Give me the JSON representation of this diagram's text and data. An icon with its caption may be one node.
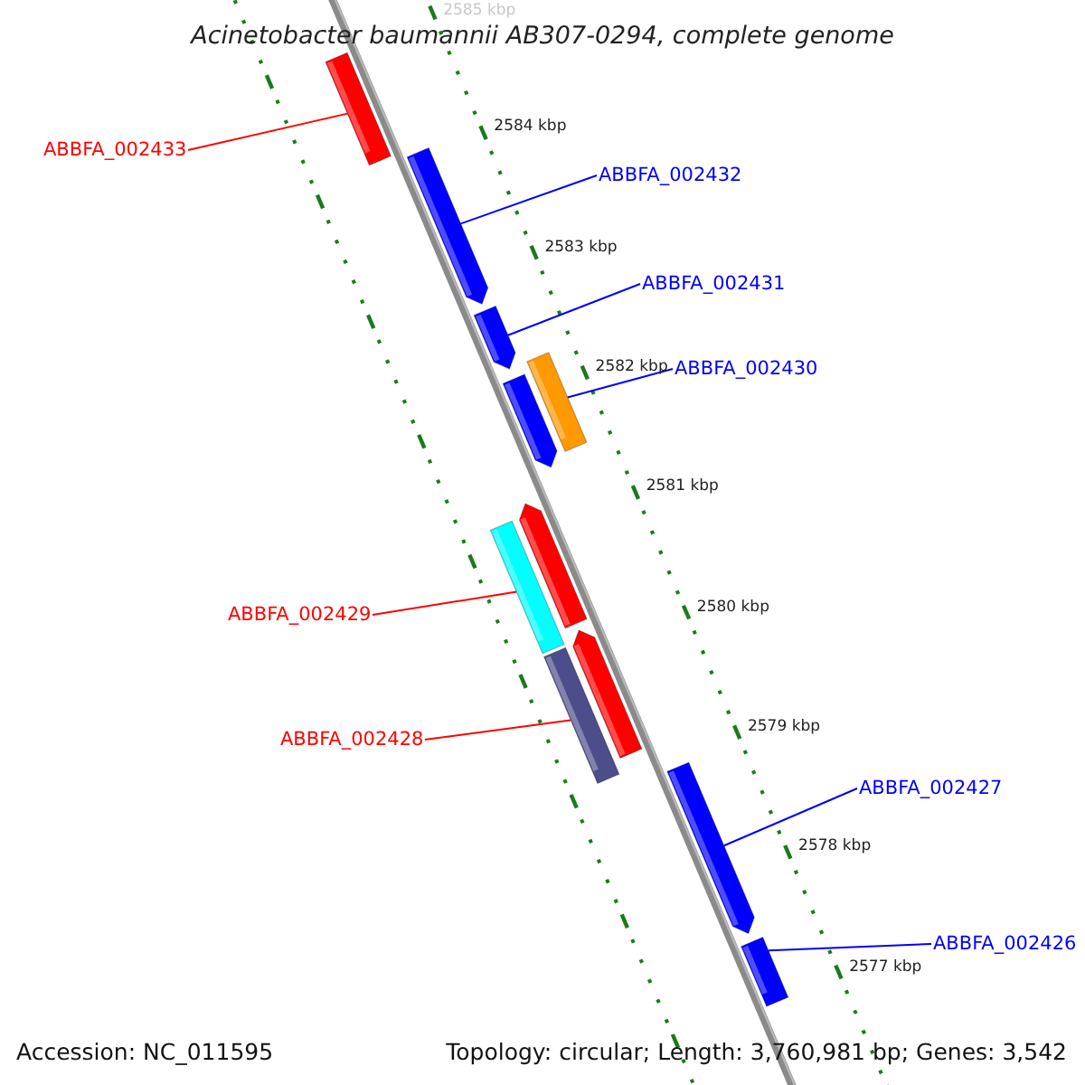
{
  "diagram": {
    "title": "Acinetobacter baumannii AB307-0294, complete genome",
    "nodes": [
      {
        "text": [
          "ABBFA_002433"
        ]
      },
      {
        "text": [
          "ABBFA_002432"
        ]
      },
      {
        "text": [
          "ABBFA_002431"
        ]
      },
      {
        "text": [
          "ABBFA_002430"
        ]
      },
      {
        "text": [
          "ABBFA_002429"
        ]
      },
      {
        "text": [
          "ABBFA_002428"
        ]
      },
      {
        "text": [
          "ABBFA_002427"
        ]
      },
      {
        "text": [
          "ABBFA_002426"
        ]
      },
      {
        "text": [],
        "shape": "arrow"
      },
      {
        "text": [],
        "shape": "arrow"
      },
      {
        "text": [],
        "shape": "arrow"
      },
      {
        "text": [],
        "shape": "arrow"
      },
      {
        "text": [],
        "shape": "box"
      },
      {
        "text": [],
        "shape": "arrow"
      },
      {
        "text": [],
        "shape": "box"
      },
      {
        "text": [],
        "shape": "arrow"
      },
      {
        "text": [],
        "shape": "box"
      },
      {
        "text": [],
        "shape": "arrow"
      },
      {
        "text": [],
        "shape": "arrow"
      }
    ],
    "edges": [
      {
        "from": 0,
        "to": 8,
        "arrow": "none",
        "color": "#ff0000"
      },
      {
        "from": 1,
        "to": 9,
        "arrow": "none"
      },
      {
        "from": 2,
        "to": 10,
        "arrow": "none"
      },
      {
        "from": 3,
        "to": 12,
        "arrow": "none"
      },
      {
        "from": 4,
        "to": 14,
        "arrow": "none",
        "color": "#ff0000"
      },
      {
        "from": 5,
        "to": 16,
        "arrow": "none",
        "color": "#ff0000"
      },
      {
        "from": 6,
        "to": 17,
        "arrow": "none"
      },
      {
        "from": 7,
        "to": 18,
        "arrow": "none"
      }
    ],
    "labels": [
      "2585 kbp",
      "2584 kbp",
      "2583 kbp",
      "2582 kbp",
      "2581 kbp",
      "2580 kbp",
      "2579 kbp",
      "2578 kbp",
      "2577 kbp",
      "Accession: NC_011595",
      "Topology: circular; Length: 3,760,981 bp; Genes: 3,542"
    ]
  }
}
